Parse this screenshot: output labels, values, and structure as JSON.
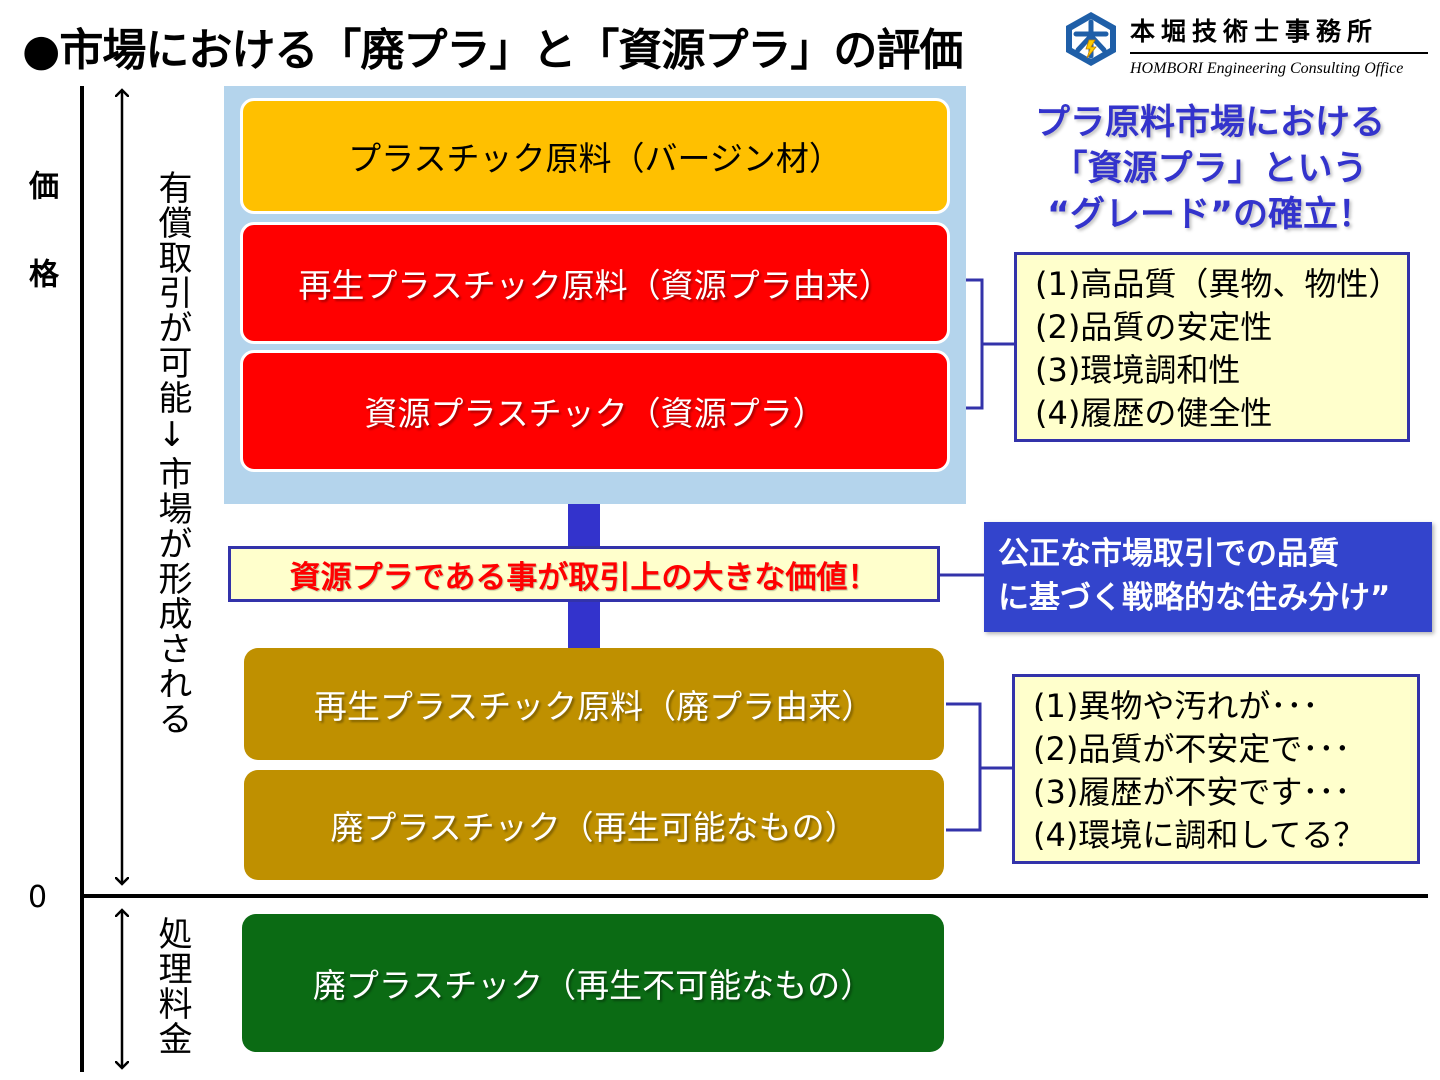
{
  "title": "●市場における「廃プラ」と「資源プラ」の評価",
  "logo": {
    "name": "本堀技術士事務所",
    "subtitle": "HOMBORI Engineering Consulting Office",
    "mark_icon": "tree-lightning-logo-icon"
  },
  "axis": {
    "price_label": "価格",
    "zero_label": "0",
    "market_label": "有償取引が可能↓市場が形成される",
    "disposal_label": "処理料金"
  },
  "blocks": {
    "virgin": "プラスチック原料（バージン材）",
    "recycled_from_resource": "再生プラスチック原料（資源プラ由来）",
    "resource_plastic": "資源プラスチック（資源プラ）",
    "recycled_from_waste": "再生プラスチック原料（廃プラ由来）",
    "waste_recyclable": "廃プラスチック（再生可能なもの）",
    "waste_non_recyclable": "廃プラスチック（再生不可能なもの）"
  },
  "value_banner": "資源プラである事が取引上の大きな価値！",
  "grade_heading": [
    "プラ原料市場における",
    "「資源プラ」という",
    "“グレード”の確立！"
  ],
  "quality_list": [
    "(1)高品質（異物、物性）",
    "(2)品質の安定性",
    "(3)環境調和性",
    "(4)履歴の健全性"
  ],
  "problem_list": [
    "(1)異物や汚れが･･･",
    "(2)品質が不安定で･･･",
    "(3)履歴が不安です･･･",
    "(4)環境に調和してる？"
  ],
  "strategy": [
    "公正な市場取引での品質",
    "に基づく戦略的な住み分け”"
  ],
  "colors": {
    "virgin": "#ffc000",
    "resource": "#ff0000",
    "waste": "#bf9000",
    "non_recyclable": "#0b6b14",
    "accent_blue": "#3333cc",
    "highlight_zone": "#b4d4ec"
  }
}
